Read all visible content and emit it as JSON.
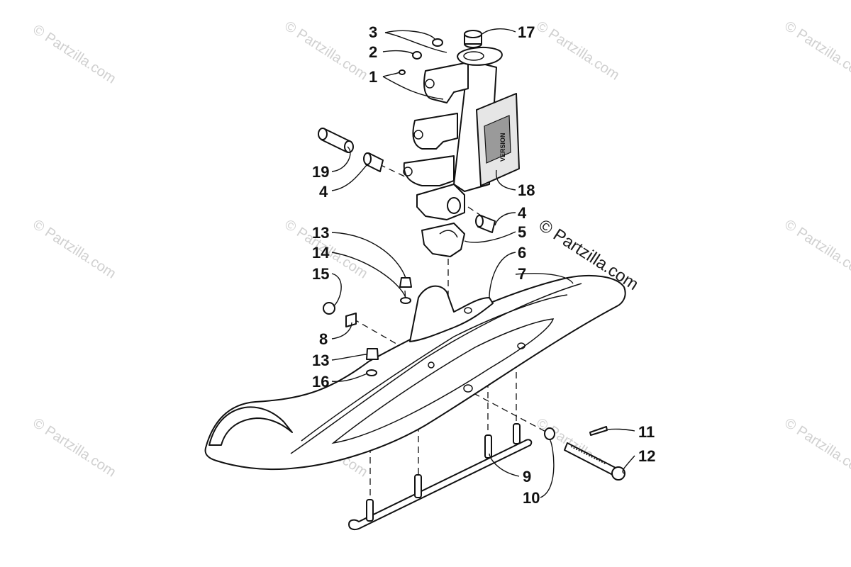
{
  "watermark": {
    "small_text": "© Partzilla.com",
    "large_text": "© Partzilla.com"
  },
  "decal": {
    "text": "VERSION"
  },
  "callouts": [
    {
      "id": "c3",
      "label": "3"
    },
    {
      "id": "c2",
      "label": "2"
    },
    {
      "id": "c1",
      "label": "1"
    },
    {
      "id": "c17",
      "label": "17"
    },
    {
      "id": "c19",
      "label": "19"
    },
    {
      "id": "c4a",
      "label": "4"
    },
    {
      "id": "c18",
      "label": "18"
    },
    {
      "id": "c4b",
      "label": "4"
    },
    {
      "id": "c5",
      "label": "5"
    },
    {
      "id": "c13a",
      "label": "13"
    },
    {
      "id": "c14",
      "label": "14"
    },
    {
      "id": "c6",
      "label": "6"
    },
    {
      "id": "c15",
      "label": "15"
    },
    {
      "id": "c7",
      "label": "7"
    },
    {
      "id": "c8",
      "label": "8"
    },
    {
      "id": "c13b",
      "label": "13"
    },
    {
      "id": "c16",
      "label": "16"
    },
    {
      "id": "c11",
      "label": "11"
    },
    {
      "id": "c12",
      "label": "12"
    },
    {
      "id": "c9",
      "label": "9"
    },
    {
      "id": "c10",
      "label": "10"
    }
  ]
}
